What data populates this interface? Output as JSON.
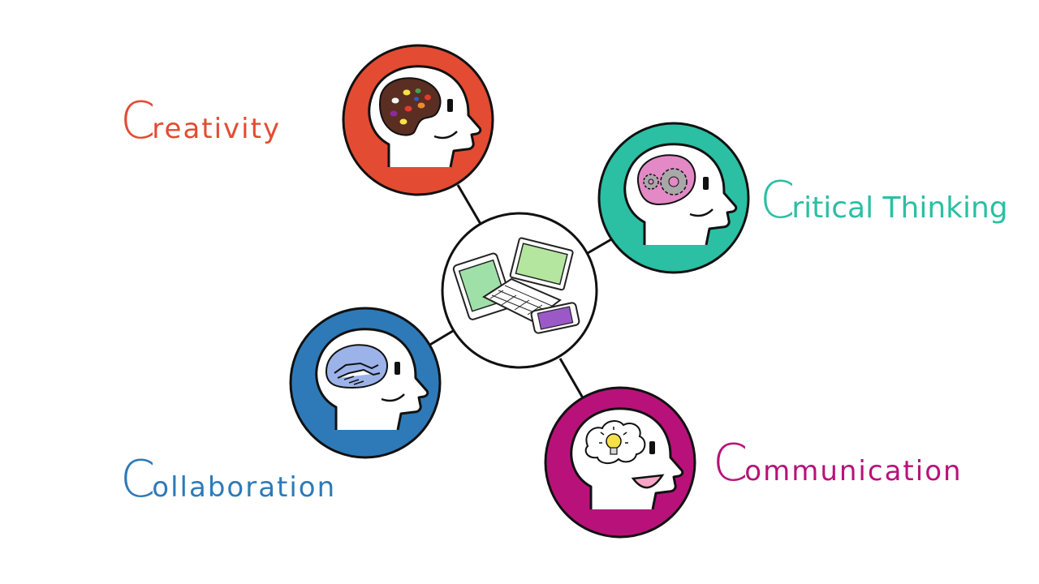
{
  "diagram": {
    "center": {
      "name": "devices",
      "icon": "devices-icon"
    },
    "skills": [
      {
        "id": "creativity",
        "big": "C",
        "rest": "reativity",
        "color": "#e34b32",
        "icon": "paint-palette-icon"
      },
      {
        "id": "critical",
        "big": "C",
        "rest": "ritical Thinking",
        "color": "#2bbfa4",
        "icon": "gears-icon"
      },
      {
        "id": "collaboration",
        "big": "C",
        "rest": "ollaboration",
        "color": "#2e7ab8",
        "icon": "handshake-icon"
      },
      {
        "id": "communication",
        "big": "C",
        "rest": "ommunication",
        "color": "#b8127a",
        "icon": "lightbulb-icon"
      }
    ]
  }
}
